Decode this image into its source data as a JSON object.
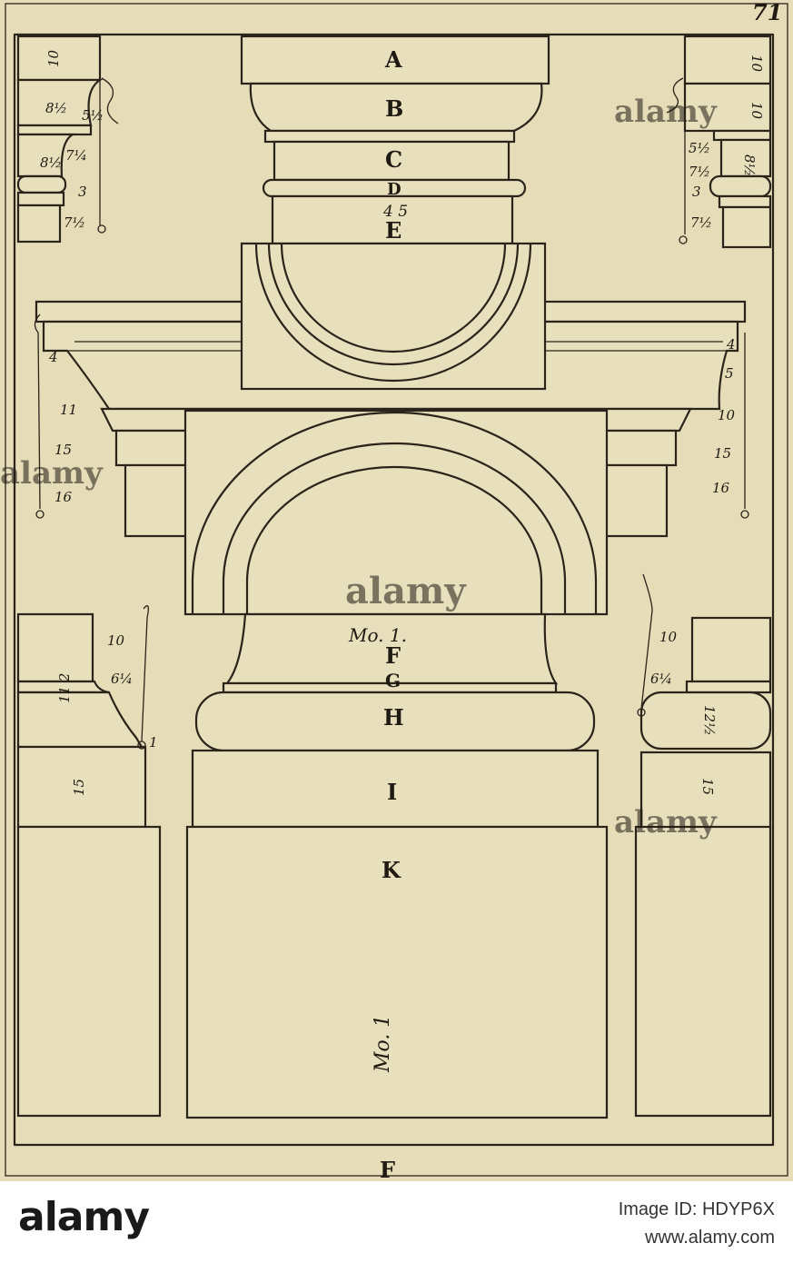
{
  "plate": {
    "page_number": "71",
    "signature": "F",
    "letters": [
      "A",
      "B",
      "C",
      "D",
      "E",
      "F",
      "G",
      "H",
      "I",
      "K"
    ],
    "label_45": "4 5",
    "module_upper": "Mo. 1.",
    "module_lower": "Mo. 1",
    "left_cornice_numbers": [
      "10",
      "8½",
      "5½",
      "8½",
      "7¼",
      "3",
      "7½"
    ],
    "right_cornice_numbers": [
      "10",
      "10",
      "5½",
      "7½",
      "3",
      "8½",
      "7½"
    ],
    "impost_left_numbers": [
      "4",
      "11",
      "15",
      "16"
    ],
    "impost_right_numbers": [
      "4",
      "5",
      "10",
      "15",
      "16"
    ],
    "base_left_numbers": [
      "10",
      "6¼",
      "11 2",
      "1",
      "15"
    ],
    "base_right_numbers": [
      "10",
      "6¼",
      "12½",
      "15"
    ]
  },
  "watermark": {
    "brand": "alamy",
    "side_text": "alamy"
  },
  "footer": {
    "logo": "alamy",
    "image_id": "Image ID: HDYP6X",
    "url": "www.alamy.com"
  }
}
